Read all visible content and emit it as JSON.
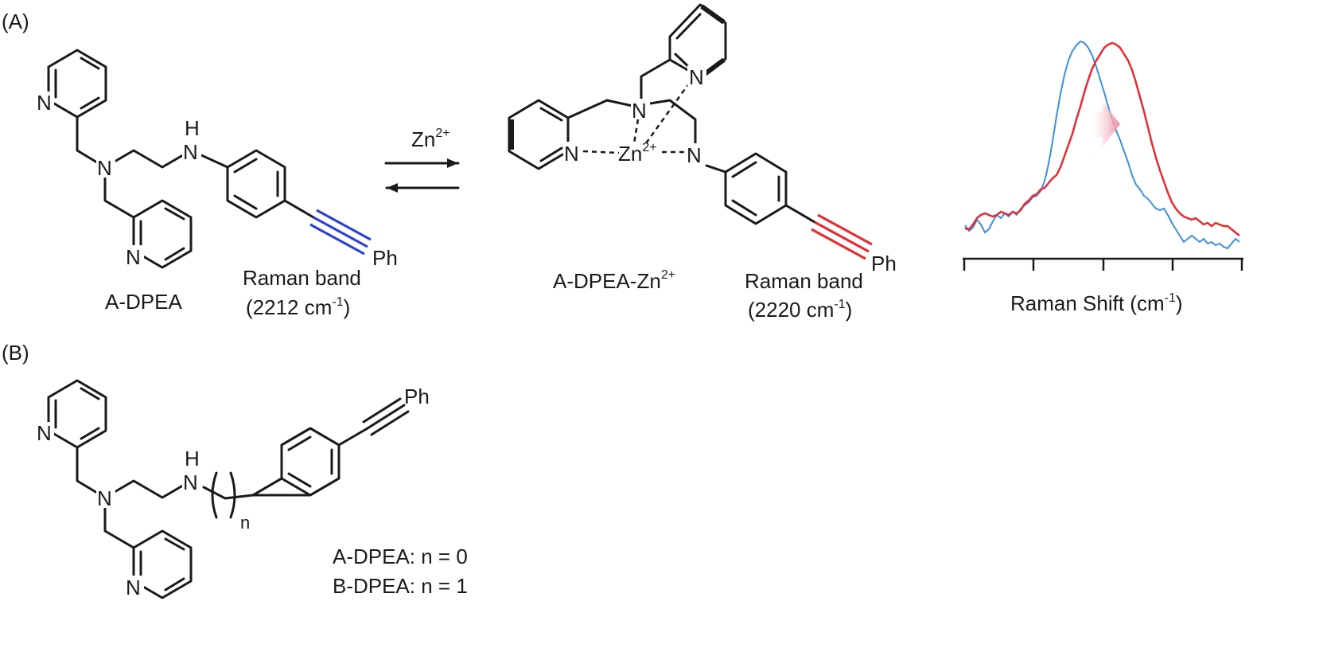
{
  "panels": {
    "a_label": "(A)",
    "b_label": "(B)"
  },
  "compounds": {
    "free_ligand_name": "A-DPEA",
    "complex_name": "A-DPEA-Zn",
    "complex_charge": "2+"
  },
  "atoms": {
    "nitrogen": "N",
    "hydrogen": "H",
    "phenyl": "Ph",
    "zinc": "Zn",
    "zinc_charge": "2+",
    "subscript_n": "n"
  },
  "reaction": {
    "reagent": "Zn",
    "reagent_charge": "2+"
  },
  "raman_free": {
    "line1": "Raman band",
    "line2_prefix": "(2212 cm",
    "line2_sup": "-1",
    "line2_suffix": ")"
  },
  "raman_complex": {
    "line1": "Raman band",
    "line2_prefix": "(2220 cm",
    "line2_sup": "-1",
    "line2_suffix": ")"
  },
  "spectrum": {
    "axis_prefix": "Raman Shift (cm",
    "axis_sup": "-1",
    "axis_suffix": ")",
    "series": [
      {
        "color": "#3b8fe0"
      },
      {
        "color": "#e8292f"
      }
    ],
    "shift_arrow_color": "#f08a9a"
  },
  "panel_b": {
    "legend_1": "A-DPEA: n = 0",
    "legend_2": "B-DPEA: n = 1"
  },
  "colors": {
    "alkyne_free": "#2a3fd6",
    "alkyne_complex": "#e8292f"
  }
}
